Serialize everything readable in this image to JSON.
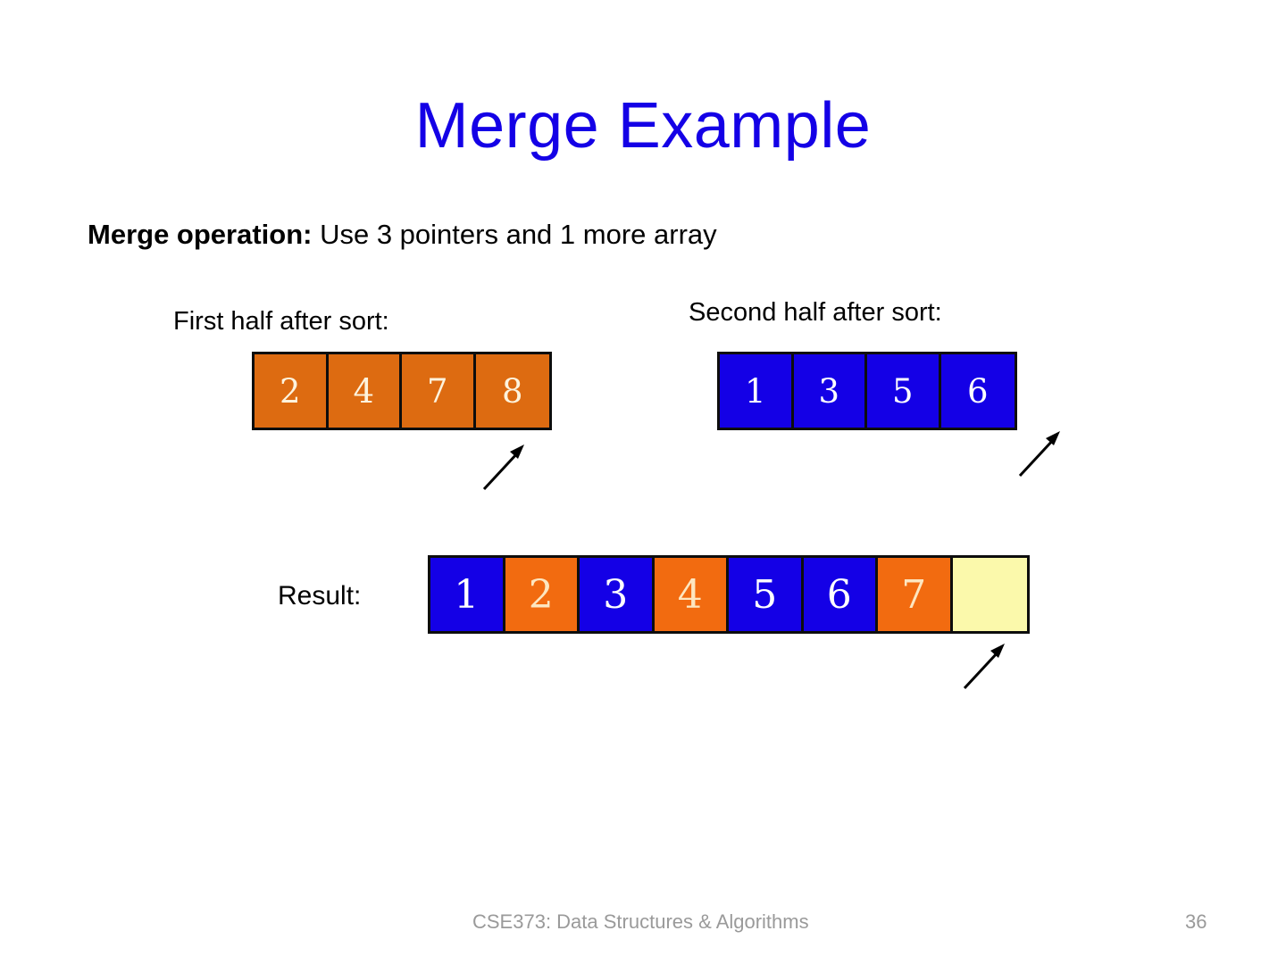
{
  "slide": {
    "title": "Merge Example",
    "subtitle_lead": "Merge operation:",
    "subtitle_rest": " Use 3 pointers and 1 more array"
  },
  "captions": {
    "first_half": "First half after sort:",
    "second_half": "Second half after sort:",
    "result": "Result:"
  },
  "arrays": {
    "first_half": {
      "cells": [
        {
          "value": "2",
          "style": "orange-dark"
        },
        {
          "value": "4",
          "style": "orange-dark"
        },
        {
          "value": "7",
          "style": "orange-dark"
        },
        {
          "value": "8",
          "style": "orange-dark"
        }
      ]
    },
    "second_half": {
      "cells": [
        {
          "value": "1",
          "style": "blue"
        },
        {
          "value": "3",
          "style": "blue"
        },
        {
          "value": "5",
          "style": "blue"
        },
        {
          "value": "6",
          "style": "blue"
        }
      ]
    },
    "result": {
      "cells": [
        {
          "value": "1",
          "style": "blue"
        },
        {
          "value": "2",
          "style": "orange"
        },
        {
          "value": "3",
          "style": "blue"
        },
        {
          "value": "4",
          "style": "orange"
        },
        {
          "value": "5",
          "style": "blue"
        },
        {
          "value": "6",
          "style": "blue"
        },
        {
          "value": "7",
          "style": "orange"
        },
        {
          "value": "",
          "style": "empty"
        }
      ]
    }
  },
  "arrows": [
    {
      "name": "pointer-first-half",
      "direction": "up-right"
    },
    {
      "name": "pointer-second-half",
      "direction": "up-right"
    },
    {
      "name": "pointer-result",
      "direction": "up-right"
    }
  ],
  "footer": {
    "course": "CSE373: Data Structures & Algorithms",
    "page": "36"
  },
  "colors": {
    "title_blue": "#1400e6",
    "cell_blue": "#1400e6",
    "cell_orange_dark": "#dd6b11",
    "cell_orange": "#f26b10",
    "cell_empty_yellow": "#fbf9ab",
    "border": "#0d0d0d",
    "footer_gray": "#9a9a9a"
  }
}
